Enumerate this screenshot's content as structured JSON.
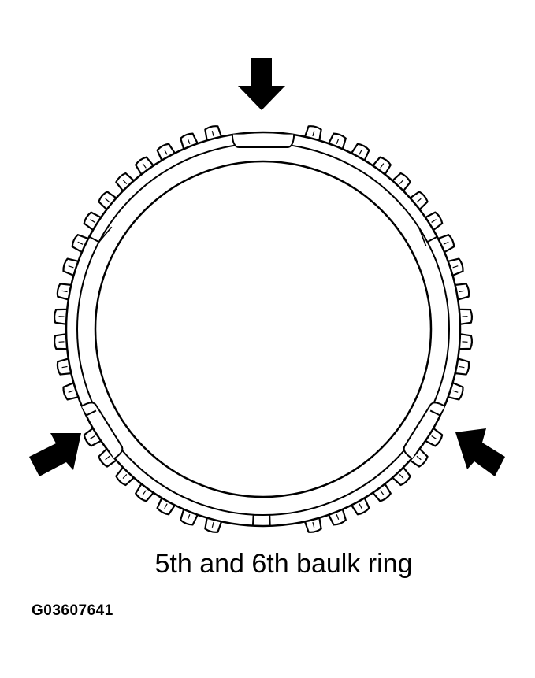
{
  "diagram": {
    "caption": "5th and 6th baulk ring",
    "figure_id": "G03607641",
    "colors": {
      "line": "#000000",
      "background": "#ffffff"
    },
    "arrows": [
      {
        "name": "top-arrow",
        "direction": "down"
      },
      {
        "name": "left-arrow",
        "direction": "up-right"
      },
      {
        "name": "right-arrow",
        "direction": "up-left"
      }
    ],
    "ring": {
      "segments": 3,
      "notches": 3
    }
  }
}
